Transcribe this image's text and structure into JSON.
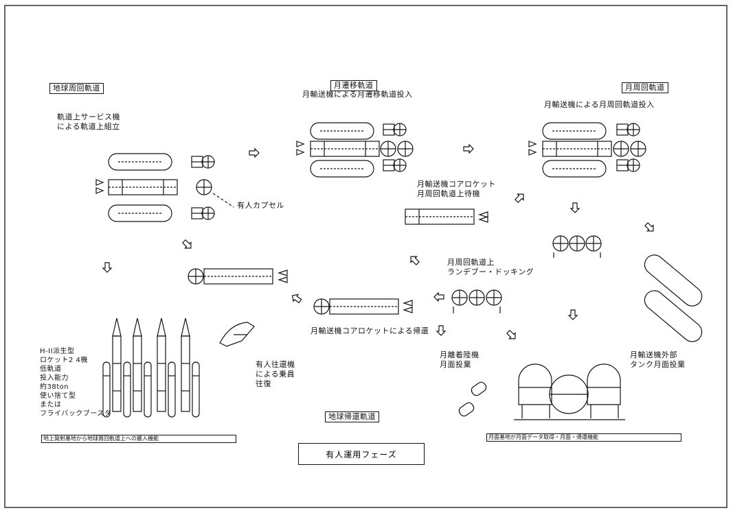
{
  "diagram": {
    "title": "有人運用フェーズ",
    "earth_orbit_label": "地球周回軌道",
    "lunar_transfer_label": "月遷移軌道",
    "lunar_orbit_label": "月周回軌道",
    "earth_return_label": "地球帰還軌道",
    "steps": {
      "assembly": "軌道上サービス機\nによる軌道上組立",
      "manned_capsule": "有人カプセル",
      "tli": "月輸送機による月遷移軌道投入",
      "loi": "月輸送機による月周回軌道投入",
      "standby": "月輸送機コアロケット\n月周回軌道上待機",
      "rendezvous": "月周回軌道上\nランデブー・ドッキング",
      "return": "月輸送機コアロケットによる帰還",
      "lander_jettison": "月離着陸機\n月面投棄",
      "tank_jettison": "月輸送機外部\nタンク月面投棄",
      "crew_transport": "有人往還機\nによる乗員\n往復",
      "launcher": "H-II派生型\nロケット2 4機\n低軌道\n投入能力\n約38ton\n使い捨て型\nまたは\nフライバックブースタ"
    },
    "footer_left": "地上発射基地から地球周回軌道上への搬入機能",
    "footer_right": "月面基地が月面データ取得・月面・帰還機能"
  }
}
